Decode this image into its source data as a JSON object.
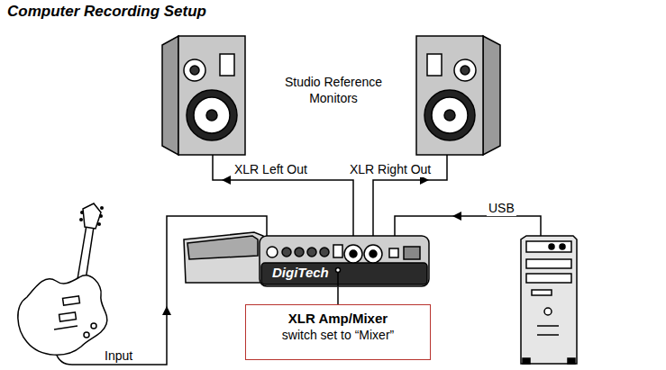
{
  "diagram": {
    "title": "Computer Recording Setup",
    "nodes": [
      {
        "text": [
          "DigiTech"
        ]
      },
      {
        "text": [
          "XLR Amp/Mixer",
          "switch set to “Mixer”"
        ]
      }
    ],
    "edges": [
      {
        "from": 1,
        "to": 0,
        "arrow": "none"
      }
    ],
    "labels": [
      "Studio Reference Monitors",
      "XLR Left Out",
      "XLR Right Out",
      "USB",
      "Input"
    ]
  }
}
